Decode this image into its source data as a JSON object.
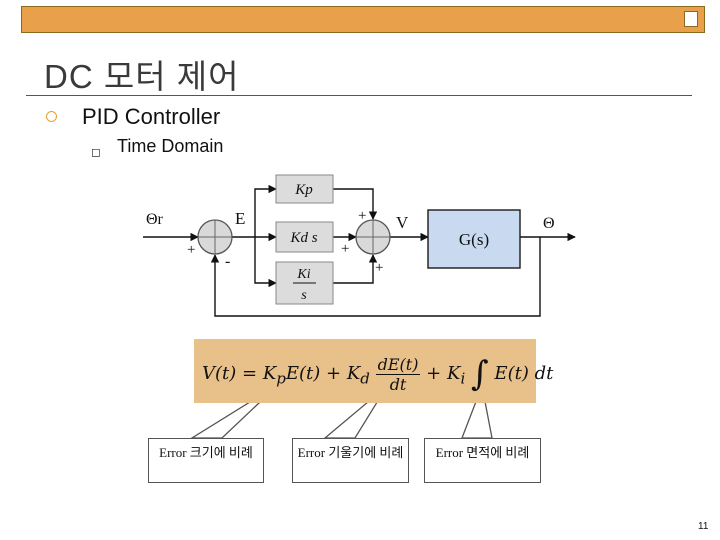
{
  "slide": {
    "title": "DC 모터 제어",
    "bullet": "PID Controller",
    "subbullet": "Time Domain",
    "page_number": "11"
  },
  "diagram": {
    "input": "Θr",
    "error": "E",
    "control": "V",
    "output": "Θ",
    "plant": "G(s)",
    "kp_block": "Kp",
    "kd_block": "Kd s",
    "ki_block_num": "Ki",
    "ki_block_den": "s",
    "sum1_plus": "+",
    "sum1_minus": "-",
    "sum2_plus_top": "+",
    "sum2_plus_left": "+",
    "sum2_plus_bottom": "+"
  },
  "equation": {
    "lhs": "V(t) = ",
    "term1": "K",
    "term1_sub": "p",
    "term1_rest": "E(t) + K",
    "term2_sub": "d",
    "deriv_num": "dE(t)",
    "deriv_den": "dt",
    "term3": " + K",
    "term3_sub": "i",
    "integral": "∫",
    "integrand": " E(t) dt"
  },
  "callouts": [
    "Error 크기에 비례",
    "Error 기울기에 비례",
    "Error 면적에 비례"
  ],
  "colors": {
    "accent": "#e8a04a",
    "equation_bg": "#e8c08a",
    "plant_fill": "#c9daf0",
    "block_fill": "#dcdcdc"
  }
}
